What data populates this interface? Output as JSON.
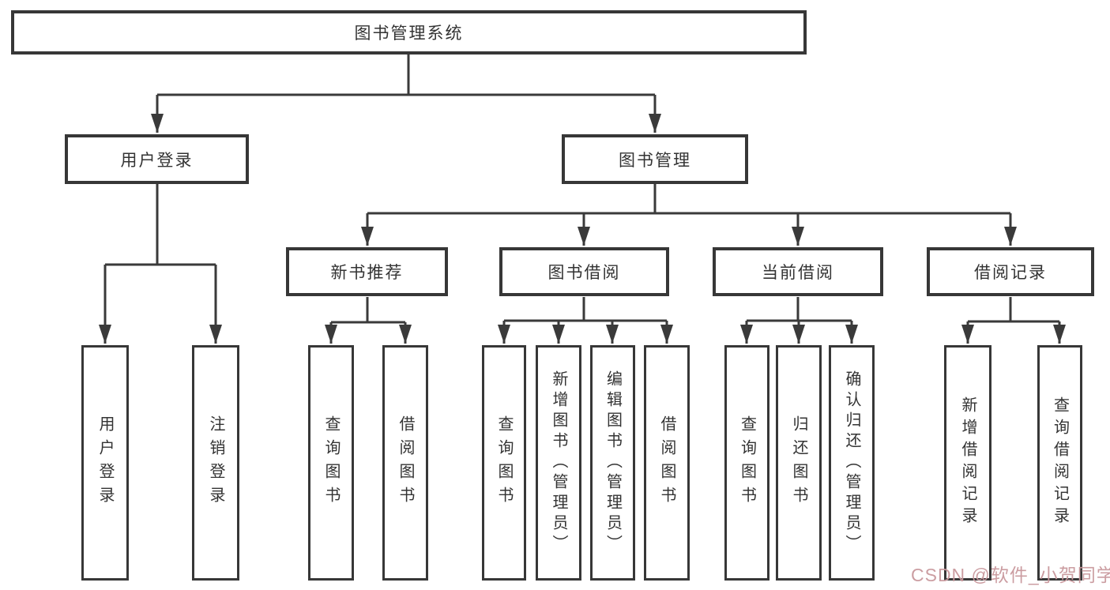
{
  "nodes": {
    "root": "图书管理系统",
    "user_login": "用户登录",
    "book_mgmt": "图书管理",
    "new_book_rec": "新书推荐",
    "book_borrow": "图书借阅",
    "current_borrow": "当前借阅",
    "borrow_records": "借阅记录",
    "leaves": {
      "user_login": [
        "用户登录",
        "注销登录"
      ],
      "new_book_rec": [
        "查询图书",
        "借阅图书"
      ],
      "book_borrow": [
        "查询图书",
        "新增图书（管理员）",
        "编辑图书（管理员）",
        "借阅图书"
      ],
      "current_borrow": [
        "查询图书",
        "归还图书",
        "确认归还（管理员）"
      ],
      "borrow_records": [
        "新增借阅记录",
        "查询借阅记录"
      ]
    }
  },
  "watermark": "CSDN @软件_小贺同学",
  "colors": {
    "line": "#3a3a3a",
    "border": "#373737",
    "text": "#333333",
    "watermark": "#c9989d",
    "background": "#ffffff"
  }
}
